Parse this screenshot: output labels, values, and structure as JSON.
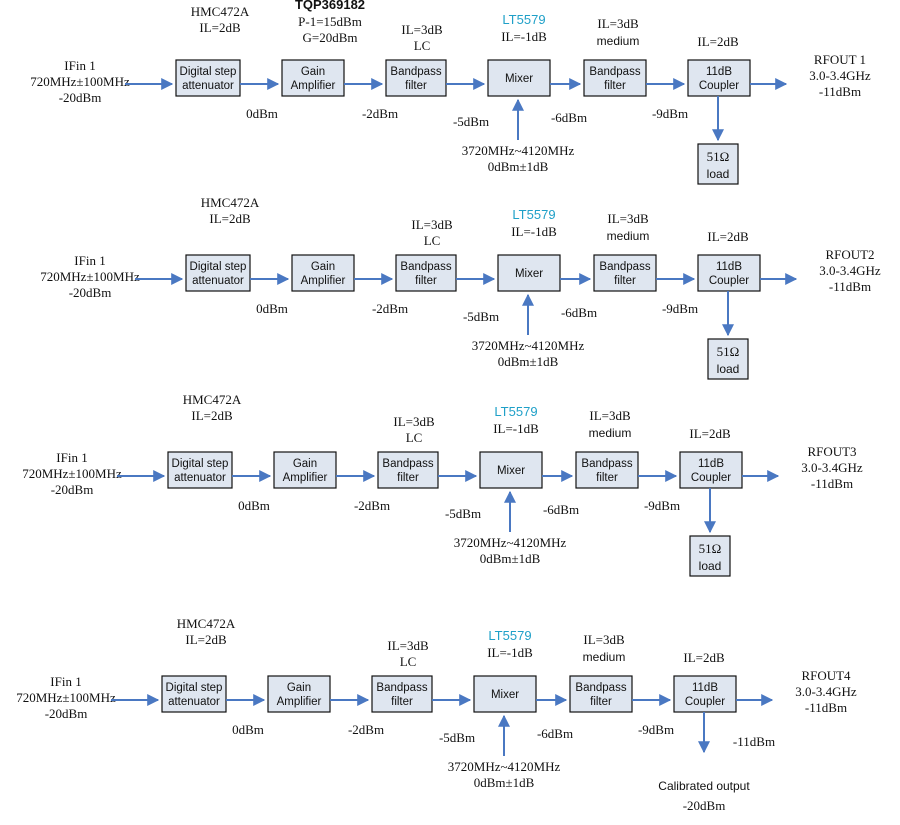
{
  "chains": [
    {
      "input": [
        "IFin 1",
        "720MHz±100MHz",
        "-20dBm"
      ],
      "blocks": {
        "attenuator": [
          "Digital step",
          "attenuator"
        ],
        "amplifier": [
          "Gain",
          "Amplifier"
        ],
        "bpf1": [
          "Bandpass",
          "filter"
        ],
        "mixer": [
          "Mixer"
        ],
        "bpf2": [
          "Bandpass",
          "filter"
        ],
        "coupler": [
          "11dB",
          "Coupler"
        ]
      },
      "att_label": [
        "HMC472A",
        "IL=2dB"
      ],
      "amp_label": [
        "TQP369182",
        "P-1=15dBm",
        "G=20dBm"
      ],
      "bpf1_label": [
        "IL=3dB",
        "LC"
      ],
      "mixer_label": [
        "LT5579",
        "IL=-1dB"
      ],
      "bpf2_label": [
        "IL=3dB",
        "medium"
      ],
      "coupler_label": [
        "IL=2dB"
      ],
      "levels": [
        "0dBm",
        "-2dBm",
        "-5dBm",
        "-6dBm",
        "-9dBm"
      ],
      "lo": [
        "3720MHz~4120MHz",
        "0dBm±1dB"
      ],
      "output": [
        "RFOUT 1",
        "3.0-3.4GHz",
        "-11dBm"
      ],
      "load": [
        "51Ω",
        "load"
      ]
    },
    {
      "input": [
        "IFin 1",
        "720MHz±100MHz",
        "-20dBm"
      ],
      "blocks": {
        "attenuator": [
          "Digital step",
          "attenuator"
        ],
        "amplifier": [
          "Gain",
          "Amplifier"
        ],
        "bpf1": [
          "Bandpass",
          "filter"
        ],
        "mixer": [
          "Mixer"
        ],
        "bpf2": [
          "Bandpass",
          "filter"
        ],
        "coupler": [
          "11dB",
          "Coupler"
        ]
      },
      "att_label": [
        "HMC472A",
        "IL=2dB"
      ],
      "bpf1_label": [
        "IL=3dB",
        "LC"
      ],
      "mixer_label": [
        "LT5579",
        "IL=-1dB"
      ],
      "bpf2_label": [
        "IL=3dB",
        "medium"
      ],
      "coupler_label": [
        "IL=2dB"
      ],
      "levels": [
        "0dBm",
        "-2dBm",
        "-5dBm",
        "-6dBm",
        "-9dBm"
      ],
      "lo": [
        "3720MHz~4120MHz",
        "0dBm±1dB"
      ],
      "output": [
        "RFOUT2",
        "3.0-3.4GHz",
        "-11dBm"
      ],
      "load": [
        "51Ω",
        "load"
      ]
    },
    {
      "input": [
        "IFin 1",
        "720MHz±100MHz",
        "-20dBm"
      ],
      "blocks": {
        "attenuator": [
          "Digital step",
          "attenuator"
        ],
        "amplifier": [
          "Gain",
          "Amplifier"
        ],
        "bpf1": [
          "Bandpass",
          "filter"
        ],
        "mixer": [
          "Mixer"
        ],
        "bpf2": [
          "Bandpass",
          "filter"
        ],
        "coupler": [
          "11dB",
          "Coupler"
        ]
      },
      "att_label": [
        "HMC472A",
        "IL=2dB"
      ],
      "bpf1_label": [
        "IL=3dB",
        "LC"
      ],
      "mixer_label": [
        "LT5579",
        "IL=-1dB"
      ],
      "bpf2_label": [
        "IL=3dB",
        "medium"
      ],
      "coupler_label": [
        "IL=2dB"
      ],
      "levels": [
        "0dBm",
        "-2dBm",
        "-5dBm",
        "-6dBm",
        "-9dBm"
      ],
      "lo": [
        "3720MHz~4120MHz",
        "0dBm±1dB"
      ],
      "output": [
        "RFOUT3",
        "3.0-3.4GHz",
        "-11dBm"
      ],
      "load": [
        "51Ω",
        "load"
      ]
    },
    {
      "input": [
        "IFin 1",
        "720MHz±100MHz",
        "-20dBm"
      ],
      "blocks": {
        "attenuator": [
          "Digital step",
          "attenuator"
        ],
        "amplifier": [
          "Gain",
          "Amplifier"
        ],
        "bpf1": [
          "Bandpass",
          "filter"
        ],
        "mixer": [
          "Mixer"
        ],
        "bpf2": [
          "Bandpass",
          "filter"
        ],
        "coupler": [
          "11dB",
          "Coupler"
        ]
      },
      "att_label": [
        "HMC472A",
        "IL=2dB"
      ],
      "bpf1_label": [
        "IL=3dB",
        "LC"
      ],
      "mixer_label": [
        "LT5579",
        "IL=-1dB"
      ],
      "bpf2_label": [
        "IL=3dB",
        "medium"
      ],
      "coupler_label": [
        "IL=2dB"
      ],
      "levels": [
        "0dBm",
        "-2dBm",
        "-5dBm",
        "-6dBm",
        "-9dBm"
      ],
      "lo": [
        "3720MHz~4120MHz",
        "0dBm±1dB"
      ],
      "output": [
        "RFOUT4",
        "3.0-3.4GHz",
        "-11dBm"
      ],
      "coupled_output": [
        "-11dBm"
      ],
      "calibrated": [
        "Calibrated output",
        "-20dBm"
      ]
    }
  ],
  "colors": {
    "wire": "#4a78c2",
    "block_fill": "#dfe6f0",
    "part_label": "#1fa0c8"
  }
}
